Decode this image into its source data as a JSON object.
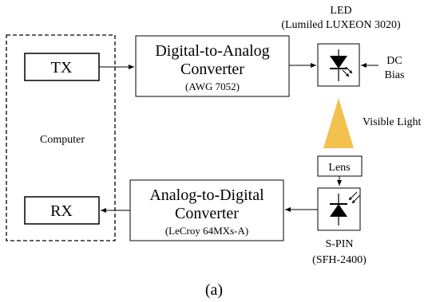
{
  "computer": {
    "label": "Computer"
  },
  "tx": {
    "label": "TX"
  },
  "rx": {
    "label": "RX"
  },
  "dac": {
    "line1": "Digital-to-Analog",
    "line2": "Converter",
    "model": "(AWG 7052)"
  },
  "adc": {
    "line1": "Analog-to-Digital",
    "line2": "Converter",
    "model": "(LeCroy 64MXs-A)"
  },
  "led": {
    "title": "LED",
    "model": "(Lumiled LUXEON 3020)"
  },
  "dc_bias": {
    "line1": "DC",
    "line2": "Bias"
  },
  "visible_light": {
    "label": "Visible Light"
  },
  "light_color": "#f2c14e",
  "lens": {
    "label": "Lens"
  },
  "spin": {
    "title": "S-PIN",
    "model": "(SFH-2400)"
  },
  "caption": "(a)"
}
